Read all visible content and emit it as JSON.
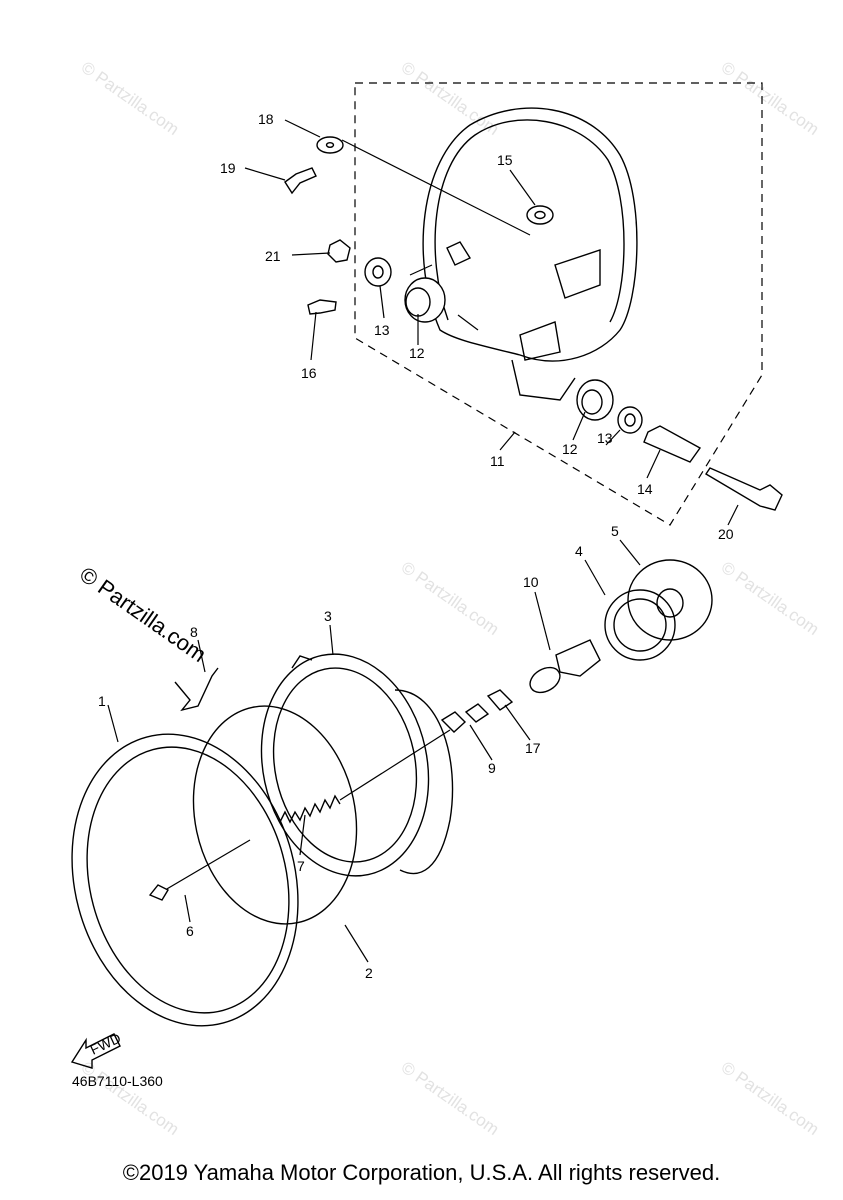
{
  "diagram": {
    "part_labels": {
      "p1": "1",
      "p2": "2",
      "p3": "3",
      "p4": "4",
      "p5": "5",
      "p6": "6",
      "p7": "7",
      "p8": "8",
      "p9": "9",
      "p10": "10",
      "p11": "11",
      "p12a": "12",
      "p12b": "12",
      "p13a": "13",
      "p13b": "13",
      "p14": "14",
      "p15": "15",
      "p16": "16",
      "p17": "17",
      "p18": "18",
      "p19": "19",
      "p20": "20",
      "p21": "21"
    },
    "fwd_label": "FWD",
    "reference_code": "46B7110-L360",
    "watermark_text": "© Partzilla.com",
    "large_watermark_text": "© Partzilla.com"
  },
  "footer": {
    "copyright": "©2019 Yamaha Motor Corporation, U.S.A. All rights reserved."
  }
}
